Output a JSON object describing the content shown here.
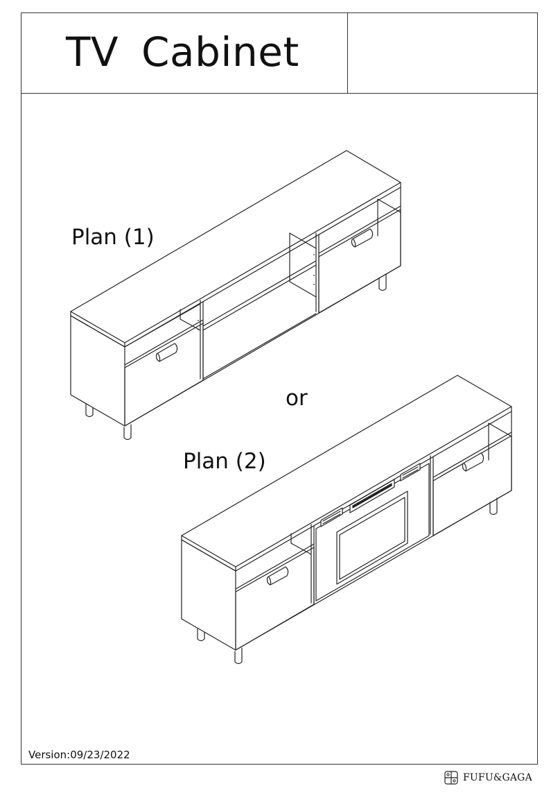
{
  "document": {
    "title": "TV  Cabinet",
    "plans": [
      {
        "label": "Plan (1)"
      },
      {
        "label": "Plan (2)"
      }
    ],
    "separator": "or",
    "version": "Version:09/23/2022",
    "brand": {
      "name": "FUFU&GAGA",
      "logo_icon": "fufu-gaga-logo-icon"
    }
  }
}
